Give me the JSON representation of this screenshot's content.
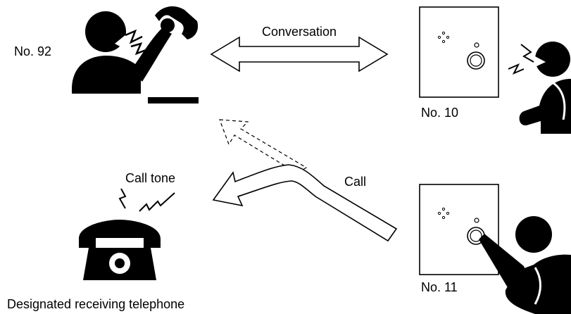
{
  "diagram": {
    "labels": {
      "station_92": "No. 92",
      "conversation": "Conversation",
      "station_10": "No. 10",
      "call_tone": "Call tone",
      "call": "Call",
      "station_11": "No. 11",
      "receiving_telephone": "Designated receiving telephone"
    },
    "icons": {
      "operator": "person-on-handset-icon",
      "door_station_top": "door-station-icon",
      "door_station_bottom": "door-station-icon",
      "telephone": "telephone-icon",
      "visitor_top": "speaking-person-icon",
      "visitor_bottom": "pressing-person-icon"
    },
    "colors": {
      "ink": "#000000",
      "paper": "#ffffff"
    }
  }
}
